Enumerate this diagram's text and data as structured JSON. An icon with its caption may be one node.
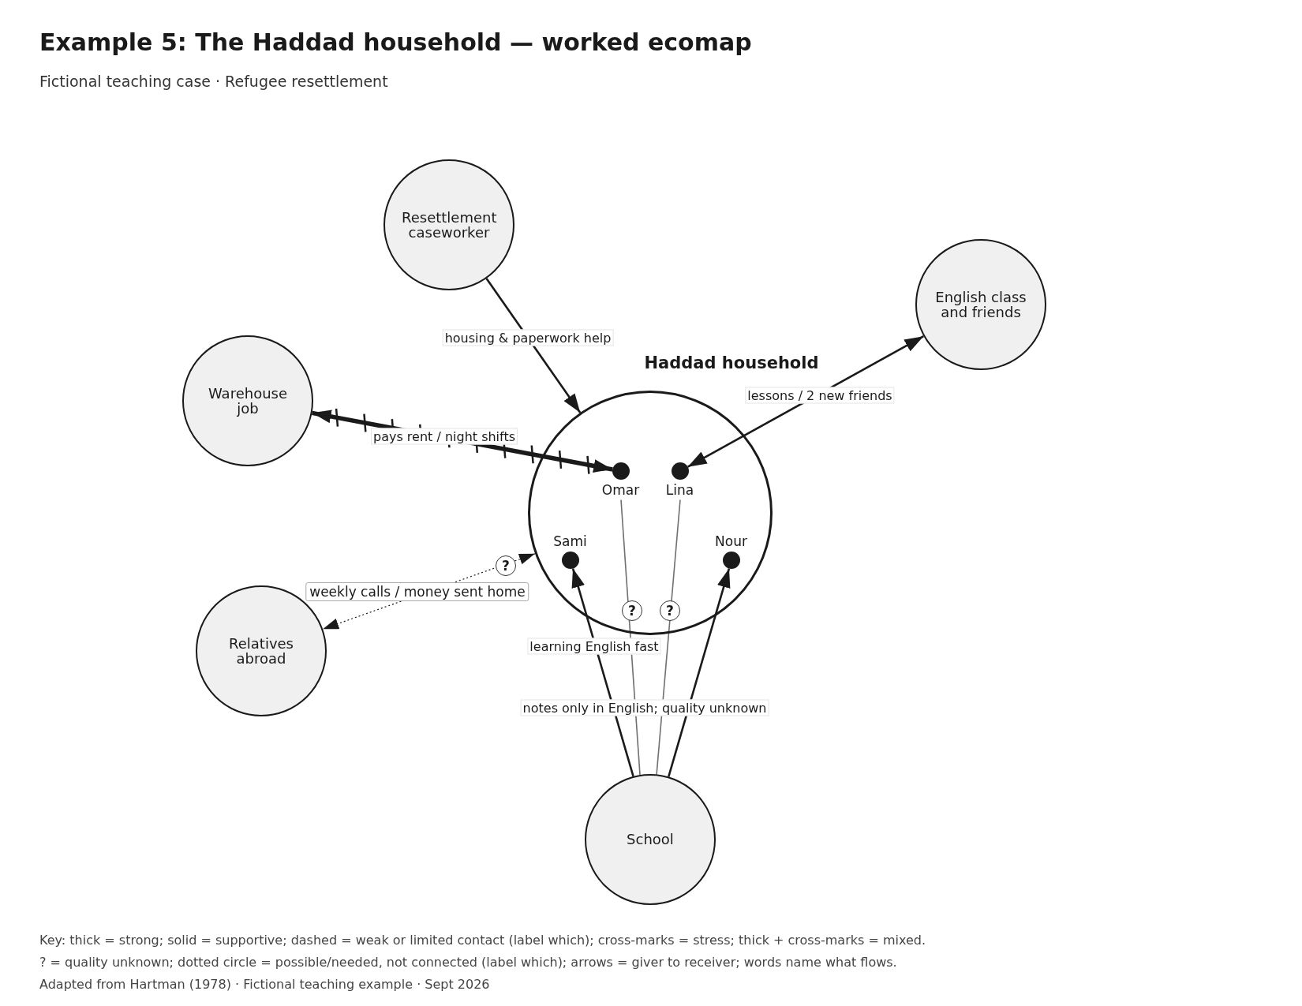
{
  "diagram": {
    "title": "Example 5: The Haddad household — worked ecomap",
    "nodes": [
      {
        "text": [
          "Resettlement caseworker"
        ]
      },
      {
        "text": [
          "English class and friends"
        ]
      },
      {
        "text": [
          "Warehouse job"
        ]
      },
      {
        "text": [
          "Haddad household"
        ]
      },
      {
        "text": [
          "Omar"
        ],
        "in": 3
      },
      {
        "text": [
          "Lina"
        ],
        "in": 3
      },
      {
        "text": [
          "Sami"
        ],
        "in": 3
      },
      {
        "text": [
          "Nour"
        ],
        "in": 3
      },
      {
        "text": [
          "Relatives abroad"
        ]
      },
      {
        "text": [
          "School"
        ]
      }
    ],
    "edges": [
      {
        "from": 0,
        "to": 3,
        "arrow": "to",
        "label": "housing & paperwork help"
      },
      {
        "from": 1,
        "to": 5,
        "arrow": "both",
        "label": "lessons / 2 new friends"
      },
      {
        "from": 2,
        "to": 4,
        "arrow": "both",
        "style": "thick",
        "label": "pays rent / night shifts"
      },
      {
        "from": 3,
        "to": 8,
        "arrow": "both",
        "style": "dashed",
        "label": "weekly calls / money sent home"
      },
      {
        "from": 9,
        "to": 6,
        "arrow": "to",
        "label": "learning English fast"
      },
      {
        "from": 9,
        "to": 7,
        "arrow": "to"
      },
      {
        "from": 9,
        "to": 4,
        "arrow": "none",
        "color": "#707070",
        "label": "notes only in English; quality unknown"
      },
      {
        "from": 9,
        "to": 5,
        "arrow": "none",
        "color": "#707070"
      }
    ],
    "labels": [
      "Fictional teaching case · Refugee resettlement",
      "?",
      "?",
      "?",
      "Key: thick = strong; solid = supportive; dashed = weak or limited contact (label which); cross-marks = stress; thick + cross-marks = mixed.",
      "? = quality unknown; dotted circle = possible/needed, not connected (label which); arrows = giver to receiver; words name what flows.",
      "Adapted from Hartman (1978) · Fictional teaching example · Sept 2026"
    ]
  }
}
